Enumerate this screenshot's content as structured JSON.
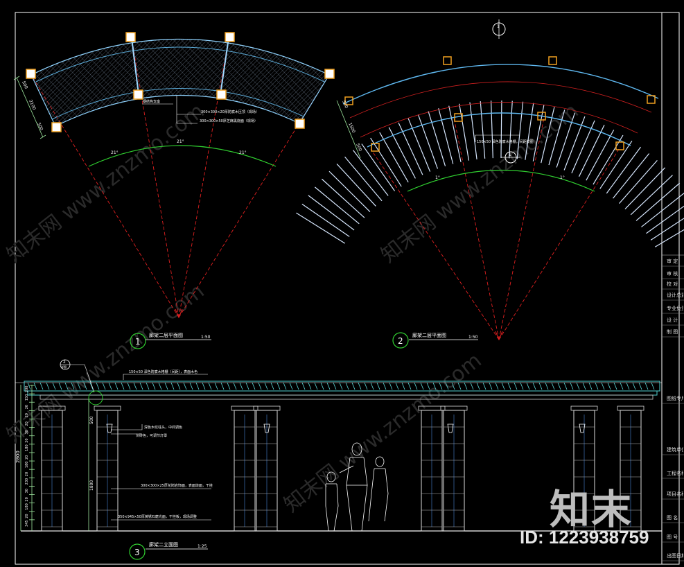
{
  "views": [
    {
      "num": "1",
      "title": "廊架二层平面图",
      "scale": "1:50"
    },
    {
      "num": "2",
      "title": "廊架二层平面图",
      "scale": "1:50"
    },
    {
      "num": "3",
      "title": "廊架二立面图",
      "scale": "1:25"
    }
  ],
  "plan1": {
    "dims": [
      "500",
      "2100",
      "500"
    ],
    "arc_angles": [
      "21°",
      "21°",
      "21°"
    ],
    "notes": [
      "钢结构支座",
      "300×300×20厚防腐木压顶（现场）",
      "300×300×50厚芝麻黑烧面（现场）"
    ]
  },
  "plan2": {
    "dims": [
      "500",
      "1500",
      "500"
    ],
    "arc_angles": [
      "1°",
      "1°"
    ],
    "note": "150×50 深色防腐木格栅，间距按图",
    "north_label": "1",
    "section_label": "1"
  },
  "elevation": {
    "callout": "2",
    "callout_sub": "详图",
    "top_note": "150×50 深色防腐木格栅（间距），表面木色",
    "dims_left": [
      "200",
      "150",
      "20",
      "20",
      "20",
      "30",
      "20",
      "180",
      "20",
      "180",
      "20",
      "230",
      "30",
      "20",
      "180",
      "20",
      "345"
    ],
    "overall_dim": "2800",
    "col_dim_upper": "500",
    "col_dim_lower": "1800",
    "notes": [
      "深色木纹柱头，中间调色",
      "灰砖色，可调节灯罩",
      "300×300×25厚花岗岩饰面，表面烧面，干挂",
      "350×945×50厚黄锈石磨光面，干挂板，现场调整"
    ]
  },
  "title_block": [
    "审 定",
    "审 核",
    "校 对",
    "设计总监",
    "专业负责",
    "设 计",
    "制 图",
    "图纸专用章",
    "建筑单位",
    "工程名称",
    "项目名称",
    "图 名",
    "图 号",
    "出图日期"
  ],
  "brand": {
    "logo": "知末",
    "id": "ID: 1223938759"
  },
  "watermarks": [
    "知末网 www.znzmo.com"
  ]
}
